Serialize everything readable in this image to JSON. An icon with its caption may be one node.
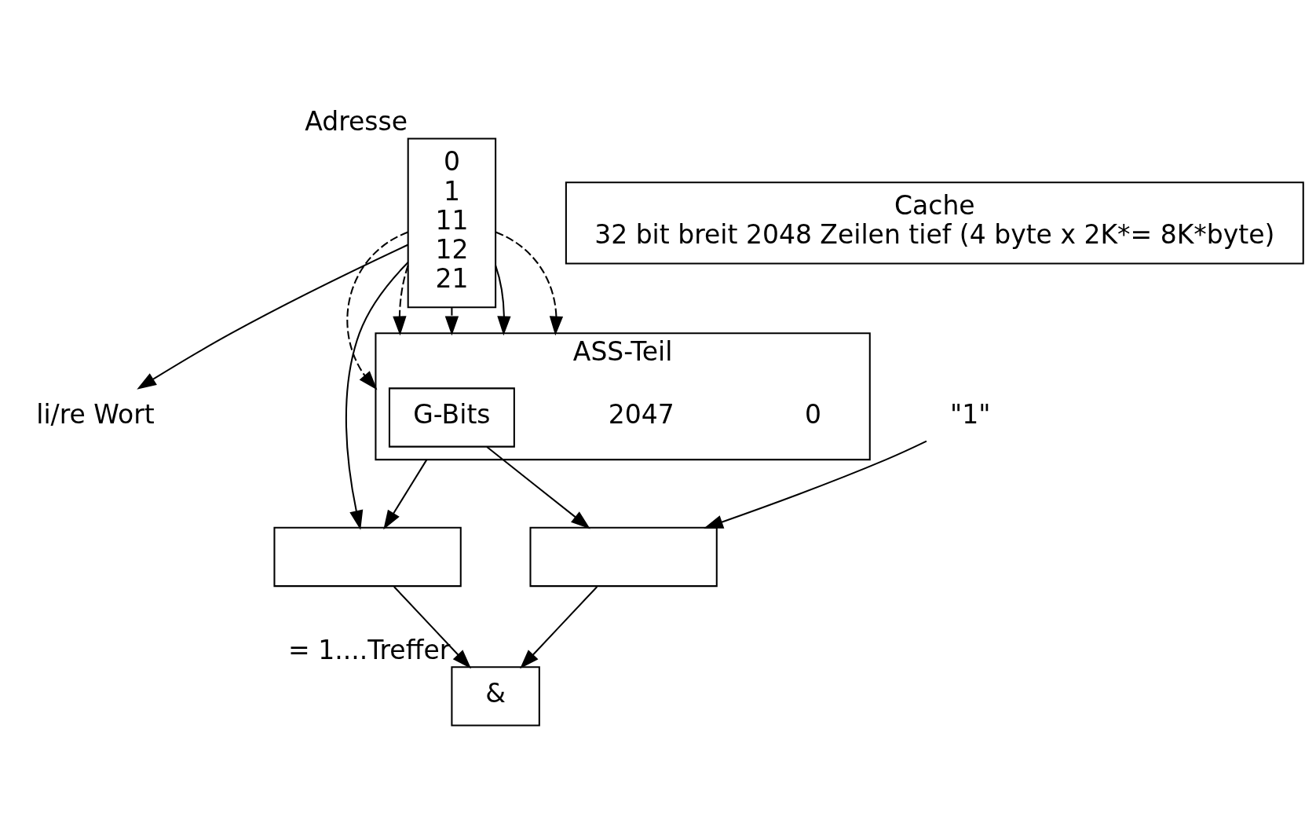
{
  "diagram": {
    "nodes": [
      {
        "text": [
          "0",
          "1",
          "11",
          "12",
          "21"
        ],
        "beside": [
          "Adresse"
        ]
      },
      {
        "text": [
          "li/re Wort"
        ]
      },
      {
        "text": [
          "ASS-Teil"
        ],
        "beside": [
          "0",
          "2047"
        ]
      },
      {
        "text": [
          "G-Bits"
        ],
        "in": 2
      },
      {
        "text": [
          "Cache",
          "32 bit breit 2048 Zeilen tief (4 byte x 2K*= 8K*byte)"
        ]
      },
      {
        "text": [
          "\"1\""
        ]
      },
      {
        "text": [],
        "shape": "box"
      },
      {
        "text": [],
        "shape": "box"
      },
      {
        "text": [
          "&"
        ],
        "beside": [
          "= 1....Treffer"
        ]
      }
    ],
    "edges": [
      {
        "from": 0,
        "to": 1,
        "arrow": "to"
      },
      {
        "from": 0,
        "to": 2,
        "arrow": "to",
        "style": "dashed"
      },
      {
        "from": 0,
        "to": 2,
        "arrow": "to",
        "style": "dashed"
      },
      {
        "from": 0,
        "to": 2,
        "arrow": "to",
        "style": "dashed"
      },
      {
        "from": 0,
        "to": 2,
        "arrow": "to"
      },
      {
        "from": 0,
        "to": 2,
        "arrow": "to",
        "style": "dashed"
      },
      {
        "from": 0,
        "to": 6,
        "arrow": "to"
      },
      {
        "from": 2,
        "to": 6,
        "arrow": "to"
      },
      {
        "from": 3,
        "to": 7,
        "arrow": "to"
      },
      {
        "from": 5,
        "to": 7,
        "arrow": "to"
      },
      {
        "from": 6,
        "to": 8,
        "arrow": "to"
      },
      {
        "from": 7,
        "to": 8,
        "arrow": "to"
      }
    ]
  }
}
